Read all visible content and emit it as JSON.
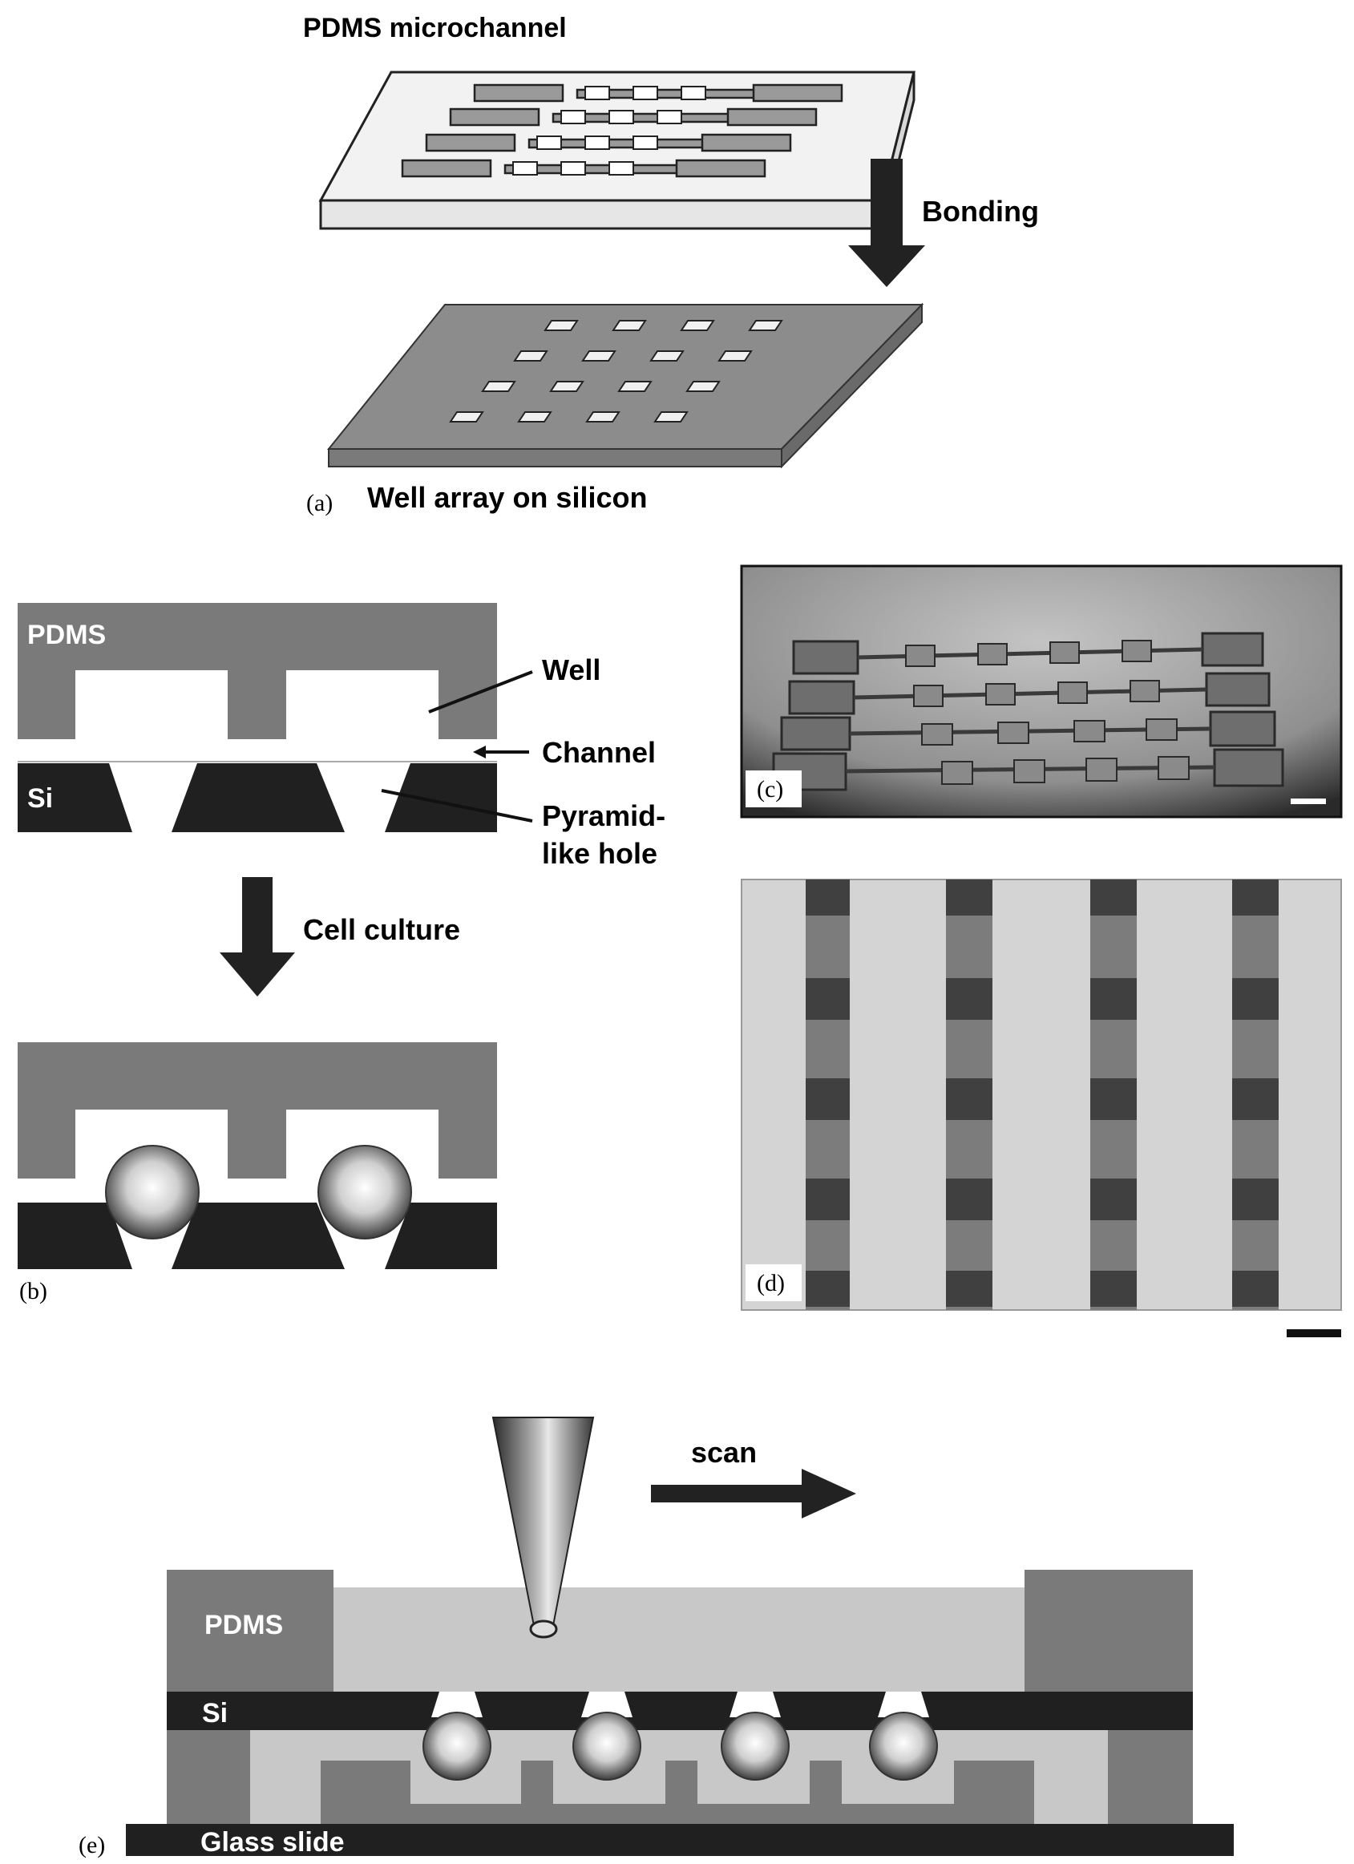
{
  "panel_a": {
    "tag": "(a)",
    "top_label": "PDMS microchannel",
    "bottom_label": "Well array on silicon",
    "arrow_label": "Bonding"
  },
  "panel_b": {
    "tag": "(b)",
    "pdms_label": "PDMS",
    "si_label": "Si",
    "well_label": "Well",
    "channel_label": "Channel",
    "hole_label_line1": "Pyramid-",
    "hole_label_line2": "like hole",
    "arrow_label": "Cell culture"
  },
  "panel_c": {
    "tag": "(c)"
  },
  "panel_d": {
    "tag": "(d)"
  },
  "panel_e": {
    "tag": "(e)",
    "pdms_label": "PDMS",
    "si_label": "Si",
    "glass_label": "Glass slide",
    "scan_label": "scan"
  },
  "colors": {
    "pdms_gray": "#7a7a7a",
    "silicon_black": "#202020",
    "medium_light": "#c8c8c8",
    "photo_dark": "#3a3a3a"
  }
}
